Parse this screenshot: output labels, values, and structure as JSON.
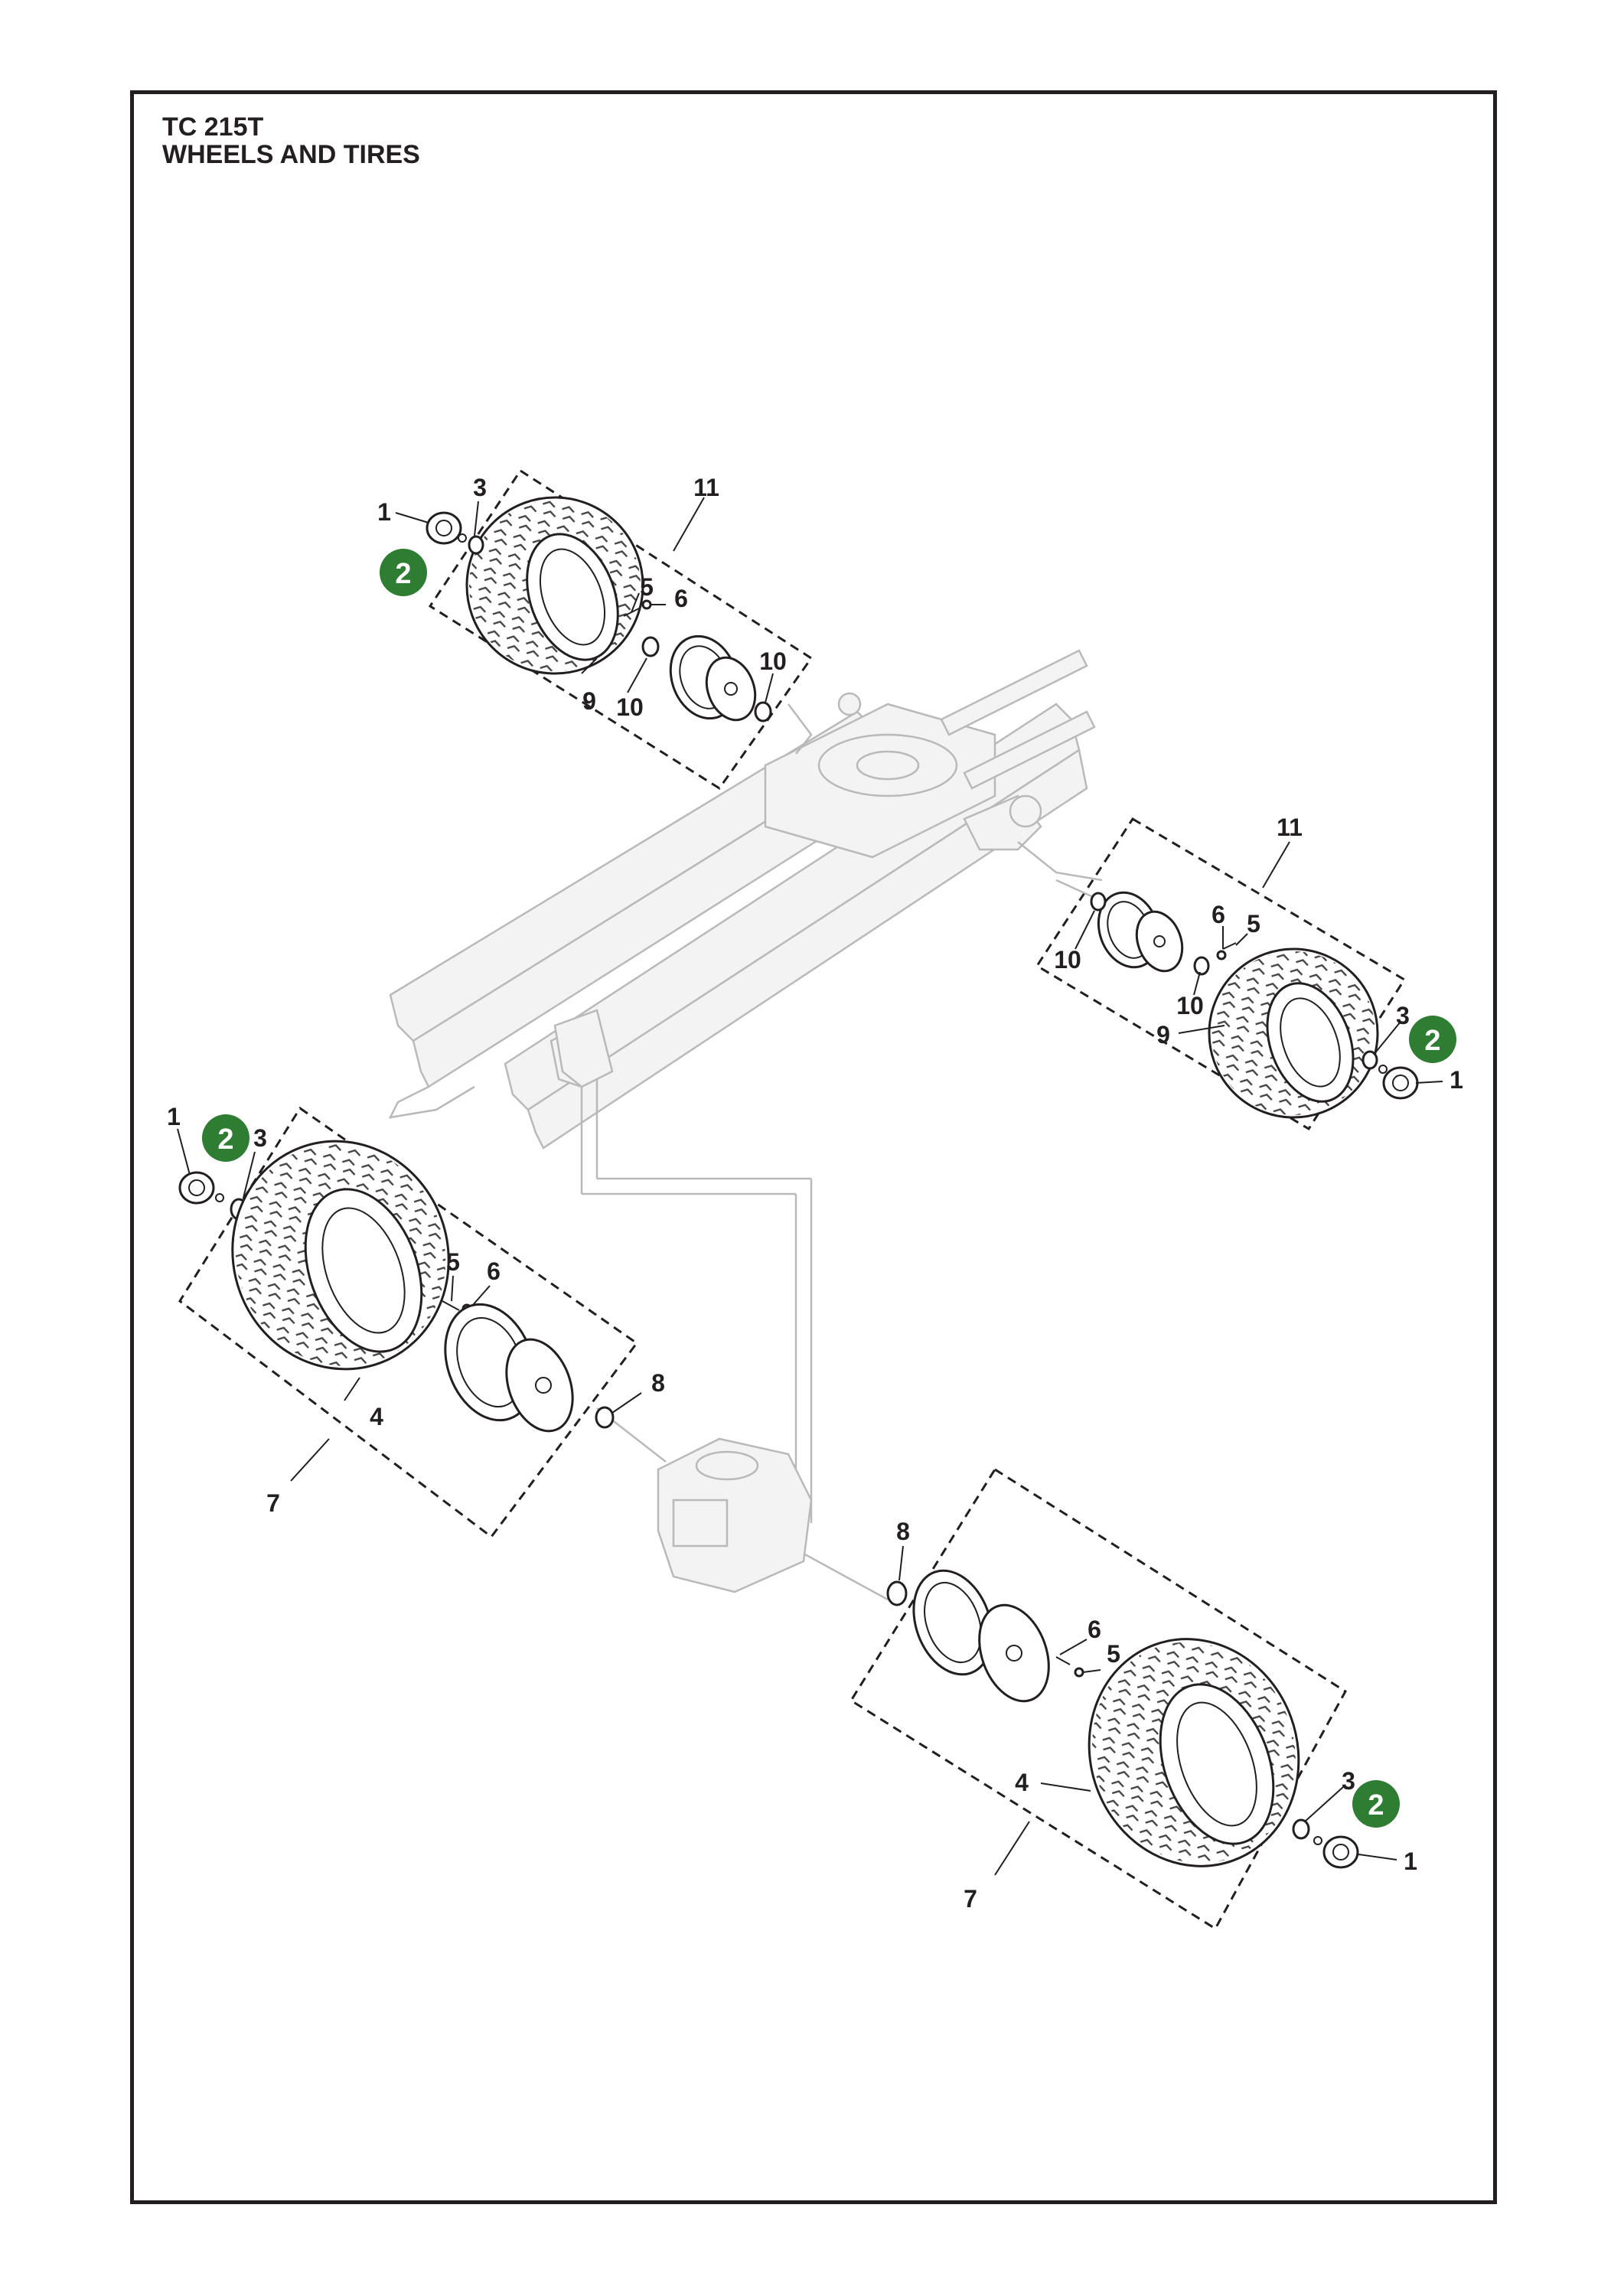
{
  "header": {
    "model": "TC 215T",
    "section": "WHEELS AND TIRES"
  },
  "highlight_color": "#2e7d32",
  "callouts": {
    "rear_left": {
      "n1": "1",
      "n2": "2",
      "n3": "3",
      "n4": "4",
      "n5": "5",
      "n6": "6",
      "n7": "7",
      "n8": "8"
    },
    "rear_right": {
      "n1": "1",
      "n2": "2",
      "n3": "3",
      "n4": "4",
      "n5": "5",
      "n6": "6",
      "n7": "7",
      "n8": "8"
    },
    "front_left": {
      "n1": "1",
      "n2": "2",
      "n3": "3",
      "n5": "5",
      "n6": "6",
      "n9": "9",
      "n10a": "10",
      "n10b": "10",
      "n11": "11"
    },
    "front_right": {
      "n1": "1",
      "n2": "2",
      "n3": "3",
      "n5": "5",
      "n6": "6",
      "n9": "9",
      "n10a": "10",
      "n10b": "10",
      "n11": "11"
    }
  }
}
